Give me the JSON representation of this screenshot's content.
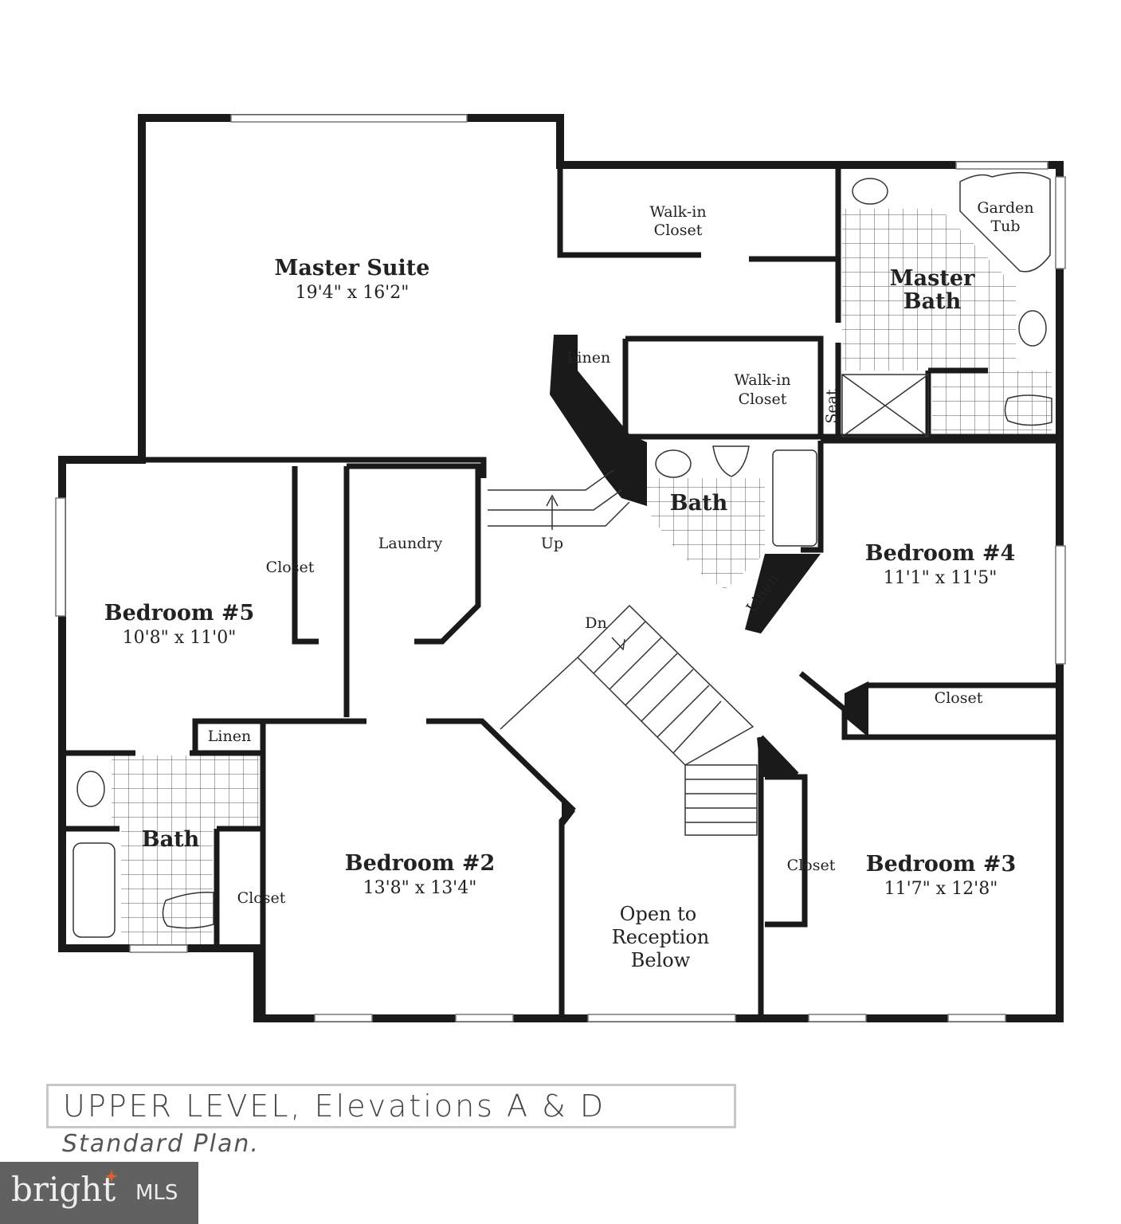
{
  "plan": {
    "rooms": {
      "master_suite": {
        "name": "Master Suite",
        "dims": "19'4\" x 16'2\""
      },
      "walkin_closet_1": {
        "line1": "Walk-in",
        "line2": "Closet"
      },
      "walkin_closet_2": {
        "line1": "Walk-in",
        "line2": "Closet"
      },
      "master_bath": {
        "line1": "Master",
        "line2": "Bath"
      },
      "garden_tub": {
        "line1": "Garden",
        "line2": "Tub"
      },
      "seat": "Seat",
      "linen_master": "Linen",
      "bath_hall": "Bath",
      "linen_hall": "Linen",
      "bedroom4": {
        "name": "Bedroom #4",
        "dims": "11'1\" x 11'5\""
      },
      "closet_b4": "Closet",
      "laundry": "Laundry",
      "stairs_up": "Up",
      "stairs_dn": "Dn",
      "bedroom5": {
        "name": "Bedroom #5",
        "dims": "10'8\" x 11'0\""
      },
      "closet_b5": "Closet",
      "linen_b5": "Linen",
      "bath_b5": "Bath",
      "closet_b2": "Closet",
      "bedroom2": {
        "name": "Bedroom #2",
        "dims": "13'8\" x 13'4\""
      },
      "open_reception": {
        "line1": "Open to",
        "line2": "Reception",
        "line3": "Below"
      },
      "closet_b3": "Closet",
      "bedroom3": {
        "name": "Bedroom #3",
        "dims": "11'7\" x 12'8\""
      }
    }
  },
  "caption": {
    "title": "UPPER LEVEL, Elevations A & D",
    "subtitle": "Standard Plan."
  },
  "logo": {
    "text": "bright",
    "suffix": "MLS",
    "accent_color": "#e0602a"
  },
  "colors": {
    "wall": "#1a1a1a",
    "background": "#ffffff",
    "logo_bg": "#616161"
  }
}
